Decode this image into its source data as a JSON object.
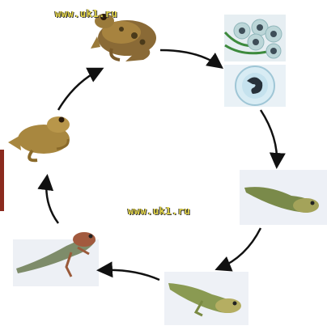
{
  "watermark": {
    "top_text": "www.uk1.ru",
    "center_text": "www.uk1.ru"
  },
  "stages": [
    {
      "id": "adult-frog",
      "icon": "frog-icon"
    },
    {
      "id": "eggs",
      "icon": "frog-eggs-icon"
    },
    {
      "id": "embryo",
      "icon": "embryo-icon"
    },
    {
      "id": "tadpole-early",
      "icon": "tadpole-icon"
    },
    {
      "id": "tadpole-hindlegs",
      "icon": "tadpole-with-legs-icon"
    },
    {
      "id": "tadpole-froglet",
      "icon": "froglet-icon"
    },
    {
      "id": "young-frog",
      "icon": "young-frog-icon"
    }
  ],
  "colors": {
    "arrow": "#111111",
    "panel_bg": "#eef2f7",
    "accent_tab": "#8b2a1e",
    "watermark": "#e7d84a"
  }
}
